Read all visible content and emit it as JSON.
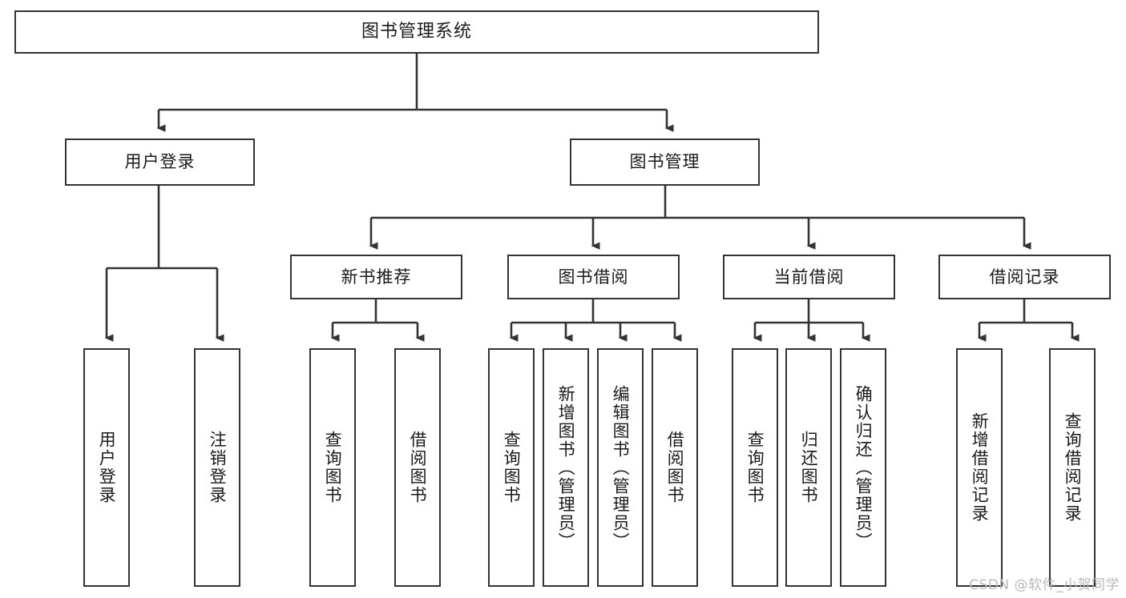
{
  "diagram": {
    "title": "图书管理系统",
    "type": "tree-hierarchy",
    "root": {
      "id": "root",
      "label": "图书管理系统"
    },
    "level2": [
      {
        "id": "user-login",
        "label": "用户登录"
      },
      {
        "id": "book-manage",
        "label": "图书管理"
      }
    ],
    "level3": [
      {
        "id": "new-book-rec",
        "label": "新书推荐",
        "parent": "book-manage"
      },
      {
        "id": "book-borrow",
        "label": "图书借阅",
        "parent": "book-manage"
      },
      {
        "id": "current-borrow",
        "label": "当前借阅",
        "parent": "book-manage"
      },
      {
        "id": "borrow-record",
        "label": "借阅记录",
        "parent": "book-manage"
      }
    ],
    "leaves": [
      {
        "id": "leaf-user-login",
        "label": "用户登录",
        "parent": "user-login"
      },
      {
        "id": "leaf-logout",
        "label": "注销登录",
        "parent": "user-login"
      },
      {
        "id": "leaf-query-book-rec",
        "label": "查询图书",
        "parent": "new-book-rec"
      },
      {
        "id": "leaf-borrow-book-rec",
        "label": "借阅图书",
        "parent": "new-book-rec"
      },
      {
        "id": "leaf-query-book-borrow",
        "label": "查询图书",
        "parent": "book-borrow"
      },
      {
        "id": "leaf-add-book",
        "label": "新增图书（管理员）",
        "parent": "book-borrow"
      },
      {
        "id": "leaf-edit-book",
        "label": "编辑图书（管理员）",
        "parent": "book-borrow"
      },
      {
        "id": "leaf-borrow-book",
        "label": "借阅图书",
        "parent": "book-borrow"
      },
      {
        "id": "leaf-query-book-cur",
        "label": "查询图书",
        "parent": "current-borrow"
      },
      {
        "id": "leaf-return-book",
        "label": "归还图书",
        "parent": "current-borrow"
      },
      {
        "id": "leaf-confirm-return",
        "label": "确认归还（管理员）",
        "parent": "current-borrow"
      },
      {
        "id": "leaf-add-record",
        "label": "新增借阅记录",
        "parent": "borrow-record"
      },
      {
        "id": "leaf-query-record",
        "label": "查询借阅记录",
        "parent": "borrow-record"
      }
    ]
  },
  "watermark": {
    "text": "CSDN @软件_小贺同学"
  },
  "colors": {
    "stroke": "#333333",
    "box_fill": "#ffffff",
    "text": "#1a1a1a",
    "watermark": "#b9b9b9",
    "background": "#ffffff"
  }
}
